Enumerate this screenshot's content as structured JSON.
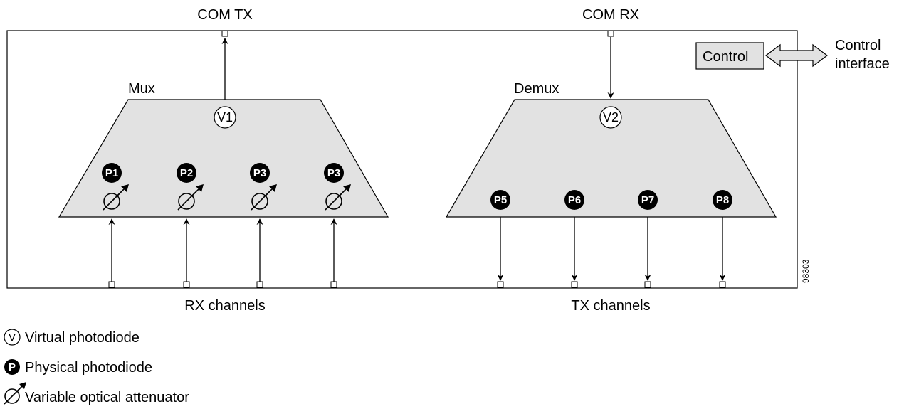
{
  "diagram": {
    "com_tx_label": "COM TX",
    "com_rx_label": "COM RX",
    "mux_label": "Mux",
    "demux_label": "Demux",
    "mux_virtual_pd": "V1",
    "demux_virtual_pd": "V2",
    "mux_ports": [
      "P1",
      "P2",
      "P3",
      "P3"
    ],
    "demux_ports": [
      "P5",
      "P6",
      "P7",
      "P8"
    ],
    "control_box_label": "Control",
    "control_interface_line1": "Control",
    "control_interface_line2": "interface",
    "rx_channels_label": "RX channels",
    "tx_channels_label": "TX channels",
    "figure_number": "98303",
    "colors": {
      "block_fill": "#e2e2e2",
      "badge_fill": "#000000",
      "line": "#000000"
    }
  },
  "legend": {
    "virtual_symbol": "V",
    "virtual_label": "Virtual photodiode",
    "physical_symbol": "P",
    "physical_label": "Physical photodiode",
    "attenuator_label": "Variable optical attenuator"
  }
}
